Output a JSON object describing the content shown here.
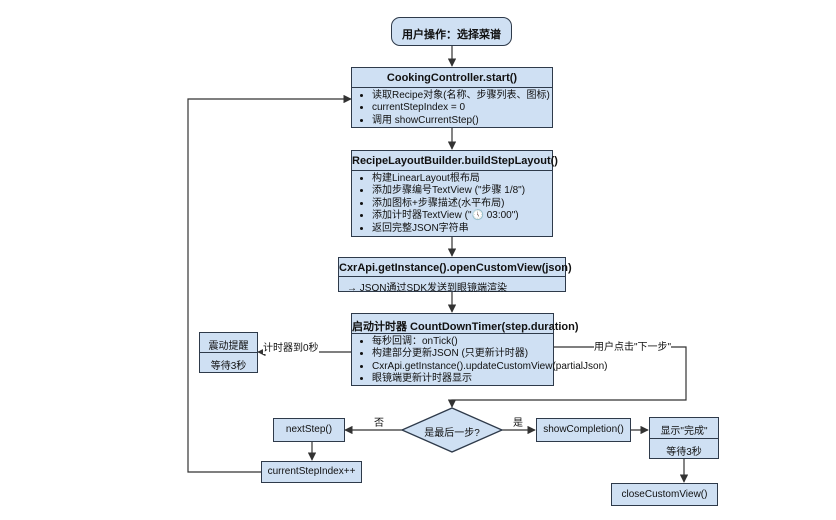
{
  "start": "用户操作：选择菜谱",
  "controller": {
    "title": "CookingController.start()",
    "items": [
      "读取Recipe对象(名称、步骤列表、图标)",
      "currentStepIndex = 0",
      "调用 showCurrentStep()"
    ]
  },
  "builder": {
    "title": "RecipeLayoutBuilder.buildStepLayout()",
    "items": [
      "构建LinearLayout根布局",
      "添加步骤编号TextView (\"步骤 1/8\")",
      "添加图标+步骤描述(水平布局)",
      "添加计时器TextView (\"🕔 03:00\")",
      "返回完整JSON字符串"
    ]
  },
  "cxr": {
    "title": "CxrApi.getInstance().openCustomView(json)",
    "line": "→ JSON通过SDK发送到眼镜端渲染"
  },
  "timer": {
    "title": "启动计时器 CountDownTimer(step.duration)",
    "items": [
      "每秒回调：onTick()",
      "构建部分更新JSON (只更新计时器)",
      "CxrApi.getInstance().updateCustomView(partialJson)",
      "眼镜端更新计时器显示"
    ]
  },
  "vibrate": {
    "line1": "震动提醒",
    "line2": "等待3秒"
  },
  "decision": "是最后一步?",
  "next_step": "nextStep()",
  "increment": "currentStepIndex++",
  "show_completion": "showCompletion()",
  "completed": {
    "line1": "显示\"完成\"",
    "line2": "等待3秒"
  },
  "close": "closeCustomView()",
  "labels": {
    "timer_zero": "计时器到0秒",
    "user_next": "用户点击\"下一步\"",
    "no": "否",
    "yes": "是"
  }
}
